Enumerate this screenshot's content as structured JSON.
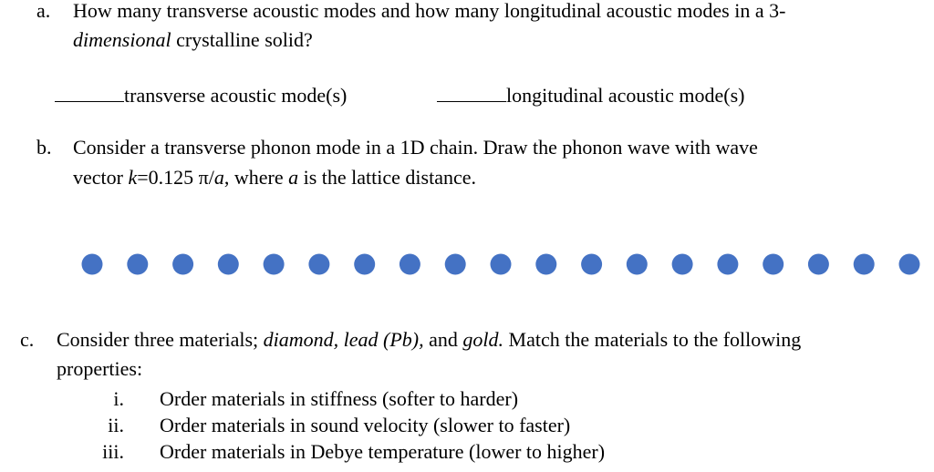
{
  "section_a": {
    "marker": "a.",
    "line1": "How many transverse acoustic modes and how many longitudinal acoustic modes in a 3-",
    "line2_italic": "dimensional",
    "line2_rest": " crystalline solid?",
    "blank_transverse_label": "transverse acoustic mode(s)",
    "blank_longitudinal_label": "longitudinal acoustic mode(s)"
  },
  "section_b": {
    "marker": "b.",
    "line1": "Consider a transverse phonon mode in a 1D chain. Draw the phonon wave with wave",
    "line2_pre": "vector ",
    "line2_k": "k",
    "line2_eq": "=0.125 π/",
    "line2_a": "a",
    "line2_mid": ", where ",
    "line2_a2": "a",
    "line2_post": " is the lattice distance.",
    "atom_count": 19,
    "atom_color": "#4472C4"
  },
  "section_c": {
    "marker": "c.",
    "line1_pre": "Consider three materials; ",
    "line1_italic": "diamond, lead (Pb),",
    "line1_and": " and ",
    "line1_gold": "gold.",
    "line1_post": " Match the materials to the following",
    "line2": "properties:",
    "properties": [
      {
        "numeral": "i.",
        "text": "Order materials in stiffness (softer to harder)"
      },
      {
        "numeral": "ii.",
        "text": "Order materials in sound velocity (slower to faster)"
      },
      {
        "numeral": "iii.",
        "text": "Order materials in Debye temperature (lower to higher)"
      }
    ]
  }
}
